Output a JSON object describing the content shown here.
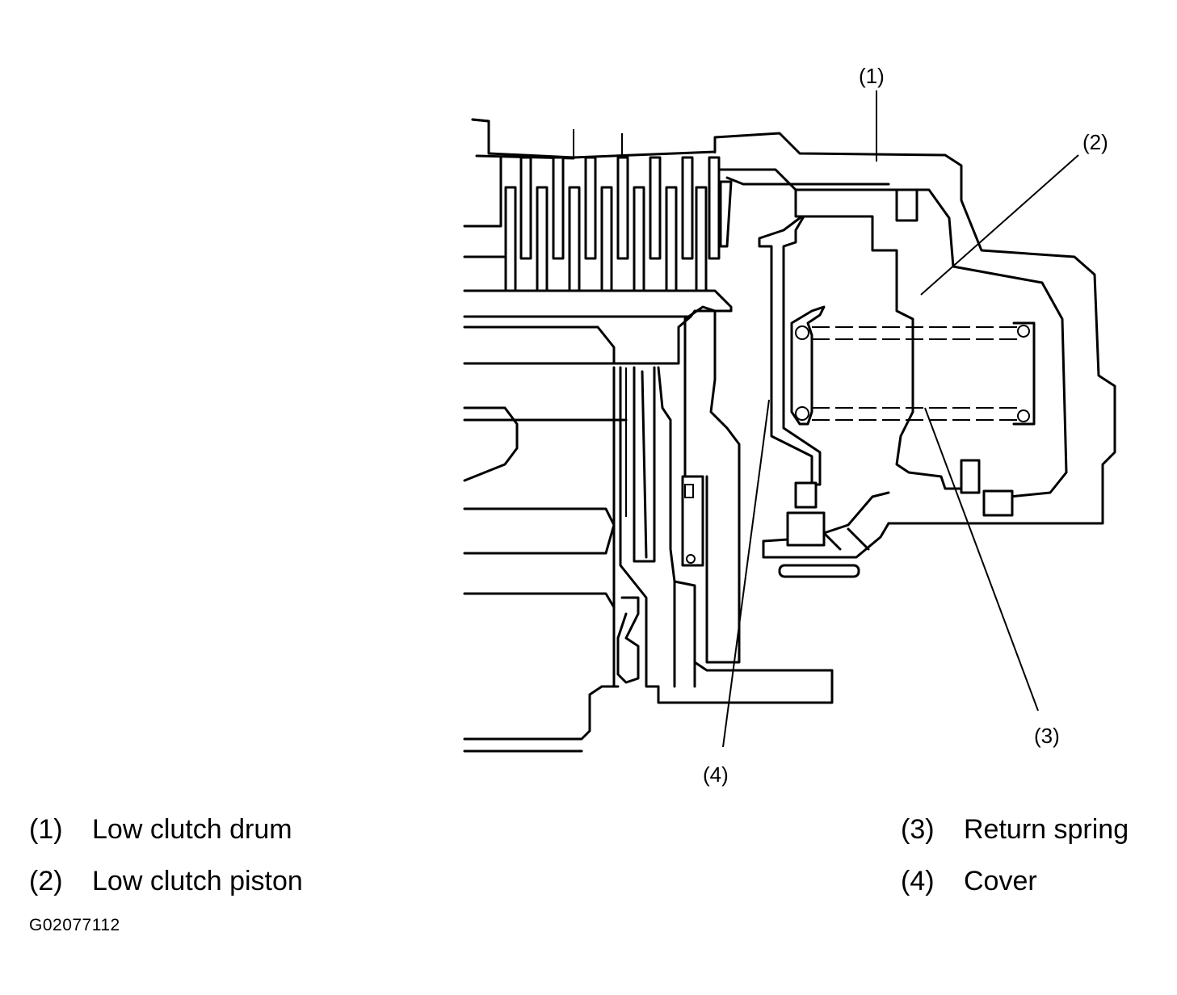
{
  "callouts": [
    {
      "id": "1",
      "label": "(1)"
    },
    {
      "id": "2",
      "label": "(2)"
    },
    {
      "id": "3",
      "label": "(3)"
    },
    {
      "id": "4",
      "label": "(4)"
    }
  ],
  "legend": [
    {
      "num": "(1)",
      "text": "Low clutch drum"
    },
    {
      "num": "(2)",
      "text": "Low clutch piston"
    },
    {
      "num": "(3)",
      "text": "Return spring"
    },
    {
      "num": "(4)",
      "text": "Cover"
    }
  ],
  "figure_code": "G02077112"
}
